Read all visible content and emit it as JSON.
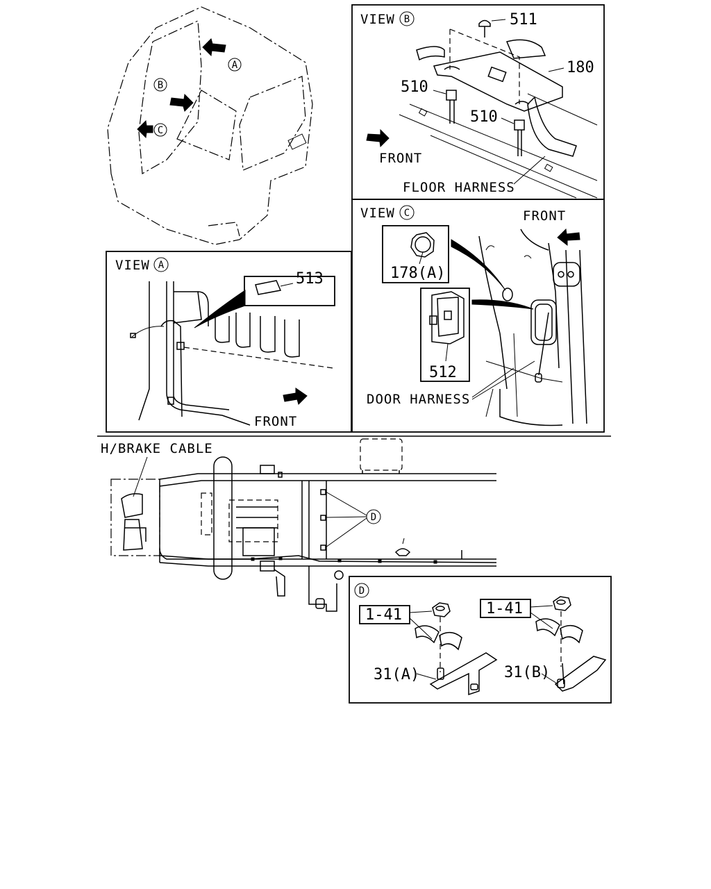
{
  "views": {
    "overview": {
      "markers": [
        "A",
        "B",
        "C"
      ]
    },
    "view_a": {
      "title_word": "VIEW",
      "title_letter": "A",
      "part_513": "513",
      "front": "FRONT"
    },
    "view_b": {
      "title_word": "VIEW",
      "title_letter": "B",
      "part_511": "511",
      "part_180": "180",
      "part_510_a": "510",
      "part_510_b": "510",
      "front": "FRONT",
      "floor_harness": "FLOOR HARNESS"
    },
    "view_c": {
      "title_word": "VIEW",
      "title_letter": "C",
      "front": "FRONT",
      "part_178a": "178(A)",
      "part_512": "512",
      "door_harness": "DOOR HARNESS"
    },
    "chassis": {
      "brake_cable": "H/BRAKE CABLE",
      "marker_d": "D"
    },
    "detail_d": {
      "letter": "D",
      "ref_left": "1-41",
      "ref_right": "1-41",
      "part_31a": "31(A)",
      "part_31b": "31(B)"
    }
  }
}
